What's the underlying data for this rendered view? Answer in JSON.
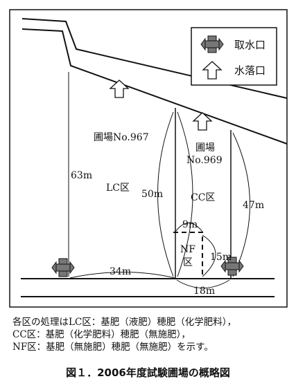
{
  "legend": {
    "intake_label": "取水口",
    "outlet_label": "水落口"
  },
  "fields": {
    "f967_name": "圃場No.967",
    "f969_name": "圃場",
    "f969_no": "No.969"
  },
  "zones": {
    "lc": "LC区",
    "cc": "CC区",
    "nf_1": "NF",
    "nf_2": "区"
  },
  "dimensions": {
    "d63": "63m",
    "d50": "50m",
    "d47": "47m",
    "d34": "34m",
    "d9": "9m",
    "d15": "15m",
    "d18": "18m"
  },
  "notes": {
    "line1": "各区の処理はLC区：基肥（液肥）穂肥（化学肥料），",
    "line2": "CC区：基肥（化学肥料）穂肥（無施肥），",
    "line3": "NF区：基肥（無施肥）穂肥（無施肥）を示す。"
  },
  "caption": "図１．2006年度試験圃場の概略図"
}
